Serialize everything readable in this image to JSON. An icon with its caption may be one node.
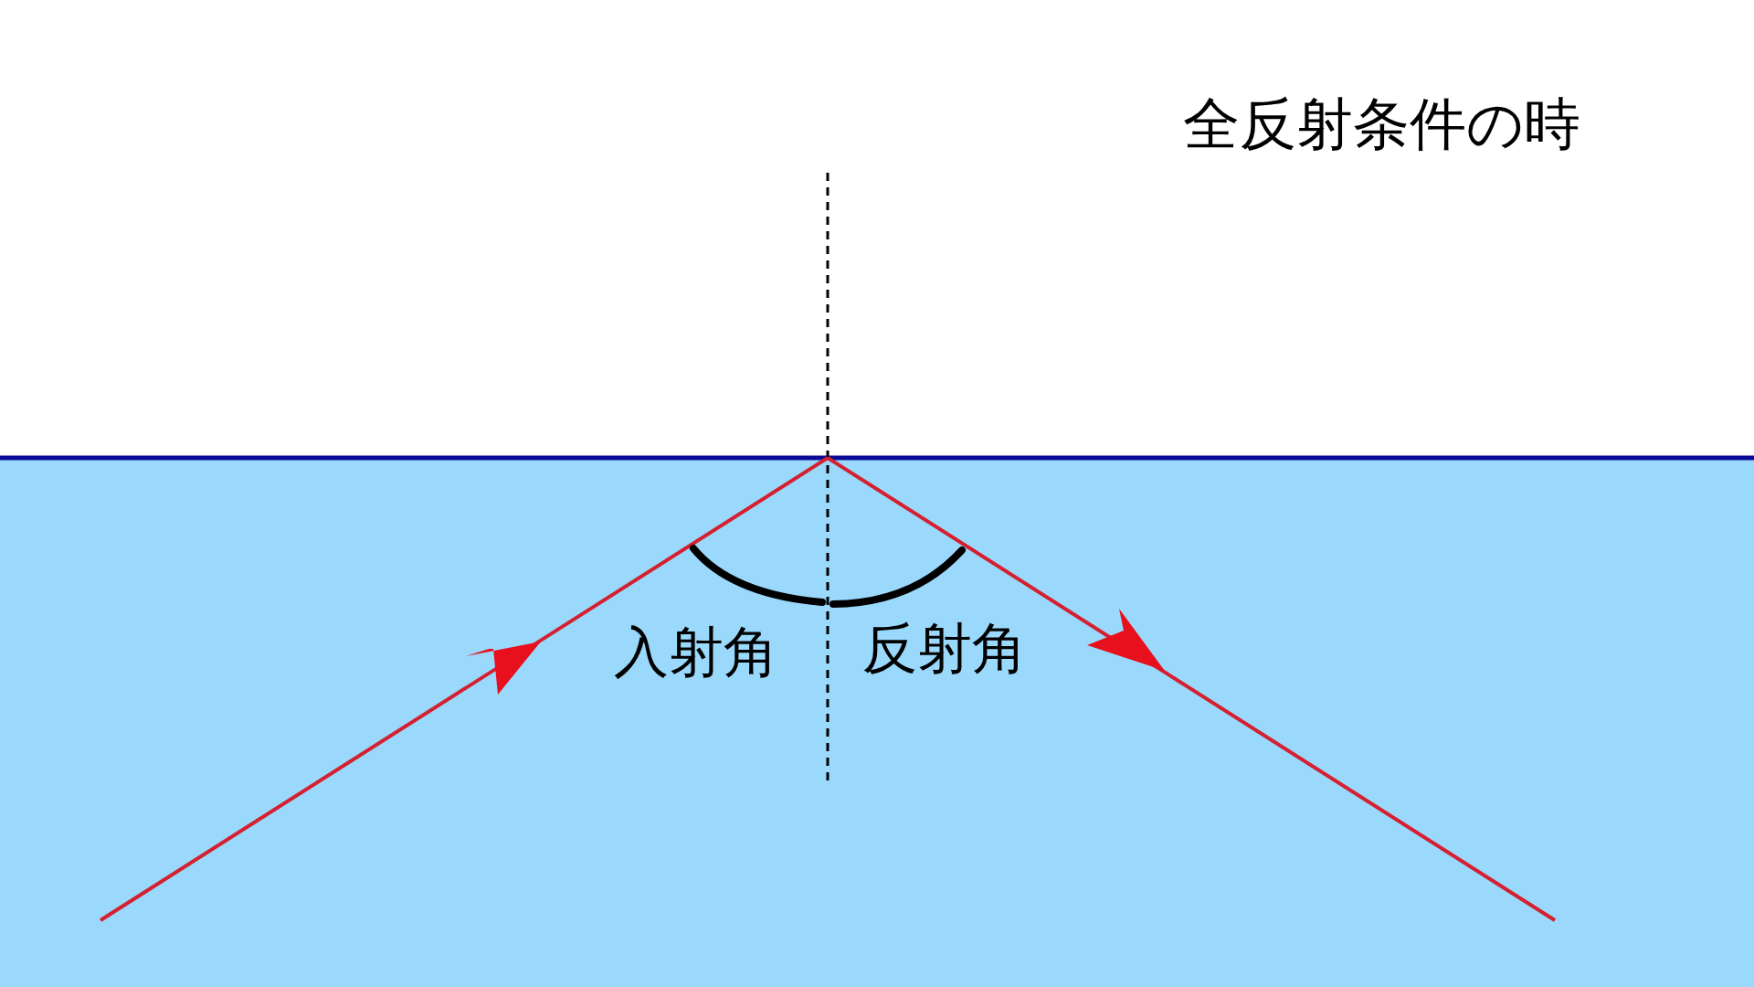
{
  "diagram": {
    "title": "全反射条件の時",
    "labels": [
      "入射角",
      "反射角"
    ]
  }
}
